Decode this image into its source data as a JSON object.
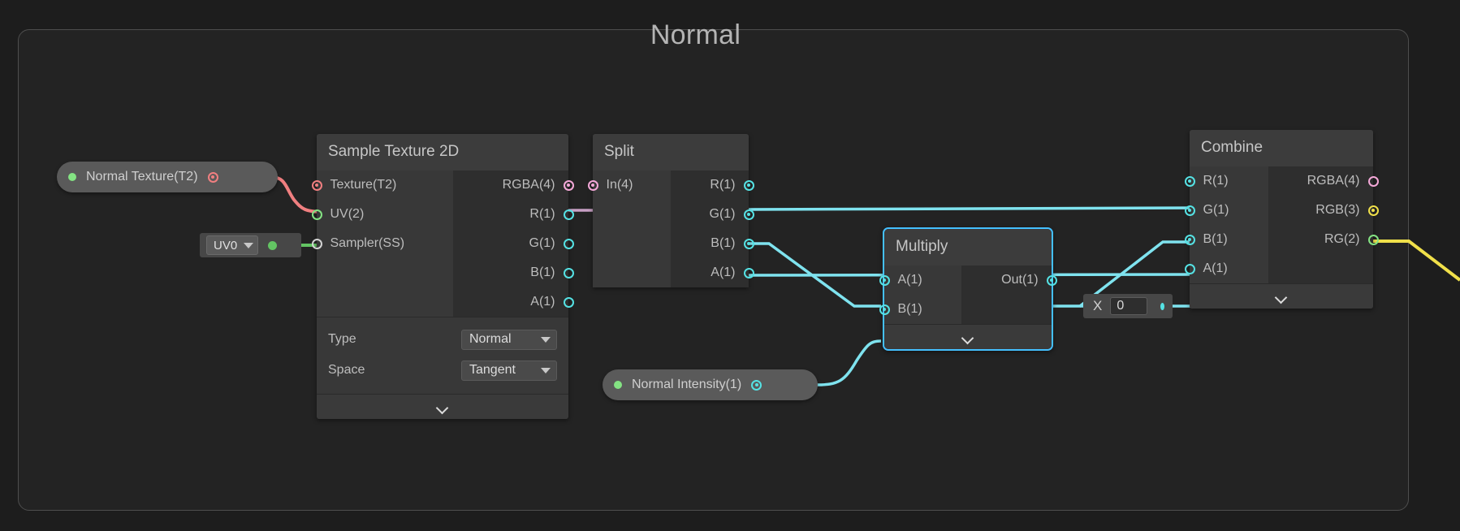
{
  "group": {
    "title": "Normal"
  },
  "properties": [
    {
      "id": "normal-texture",
      "label": "Normal Texture(T2)",
      "port_color": "red",
      "dot_color": "green"
    },
    {
      "id": "normal-intensity",
      "label": "Normal Intensity(1)",
      "port_color": "cyan",
      "dot_color": "green"
    }
  ],
  "uv_block": {
    "value": "UV0",
    "caret_icon": "chevron-down-icon"
  },
  "x_block": {
    "label": "X",
    "value": "0"
  },
  "nodes": {
    "sample_texture_2d": {
      "title": "Sample Texture 2D",
      "inputs": [
        {
          "label": "Texture(T2)",
          "color": "red",
          "filled": true
        },
        {
          "label": "UV(2)",
          "color": "green",
          "filled": false
        },
        {
          "label": "Sampler(SS)",
          "color": "white",
          "filled": false
        }
      ],
      "outputs": [
        {
          "label": "RGBA(4)",
          "color": "pink",
          "filled": true
        },
        {
          "label": "R(1)",
          "color": "cyan",
          "filled": false
        },
        {
          "label": "G(1)",
          "color": "cyan",
          "filled": false
        },
        {
          "label": "B(1)",
          "color": "cyan",
          "filled": false
        },
        {
          "label": "A(1)",
          "color": "cyan",
          "filled": false
        }
      ],
      "settings": [
        {
          "name": "Type",
          "value": "Normal",
          "caret_icon": "chevron-down-icon"
        },
        {
          "name": "Space",
          "value": "Tangent",
          "caret_icon": "chevron-down-icon"
        }
      ],
      "expander_icon": "chevron-down-icon"
    },
    "split": {
      "title": "Split",
      "inputs": [
        {
          "label": "In(4)",
          "color": "pink",
          "filled": true
        }
      ],
      "outputs": [
        {
          "label": "R(1)",
          "color": "cyan",
          "filled": true
        },
        {
          "label": "G(1)",
          "color": "cyan",
          "filled": true
        },
        {
          "label": "B(1)",
          "color": "cyan",
          "filled": true
        },
        {
          "label": "A(1)",
          "color": "cyan",
          "filled": false
        }
      ]
    },
    "multiply": {
      "title": "Multiply",
      "selected": true,
      "inputs": [
        {
          "label": "A(1)",
          "color": "cyan",
          "filled": true
        },
        {
          "label": "B(1)",
          "color": "cyan",
          "filled": true
        }
      ],
      "outputs": [
        {
          "label": "Out(1)",
          "color": "cyan",
          "filled": true
        }
      ],
      "expander_icon": "chevron-down-icon"
    },
    "combine": {
      "title": "Combine",
      "inputs": [
        {
          "label": "R(1)",
          "color": "cyan",
          "filled": true
        },
        {
          "label": "G(1)",
          "color": "cyan",
          "filled": true
        },
        {
          "label": "B(1)",
          "color": "cyan",
          "filled": true
        },
        {
          "label": "A(1)",
          "color": "cyan",
          "filled": false
        }
      ],
      "outputs": [
        {
          "label": "RGBA(4)",
          "color": "pink",
          "filled": false
        },
        {
          "label": "RGB(3)",
          "color": "yellow",
          "filled": true
        },
        {
          "label": "RG(2)",
          "color": "green",
          "filled": false
        }
      ],
      "expander_icon": "chevron-down-icon"
    }
  },
  "colors": {
    "cyan": "#55e2e4",
    "pink": "#f4a8d8",
    "red": "#f07f80",
    "green": "#84e383",
    "yellow": "#f0e04a",
    "white": "#d4d4d4",
    "node_bg": "#2b2b2b",
    "node_header": "#3c3c3c",
    "canvas_bg": "#1d1d1d",
    "group_bg": "#232323",
    "selection": "#44c0ff"
  }
}
